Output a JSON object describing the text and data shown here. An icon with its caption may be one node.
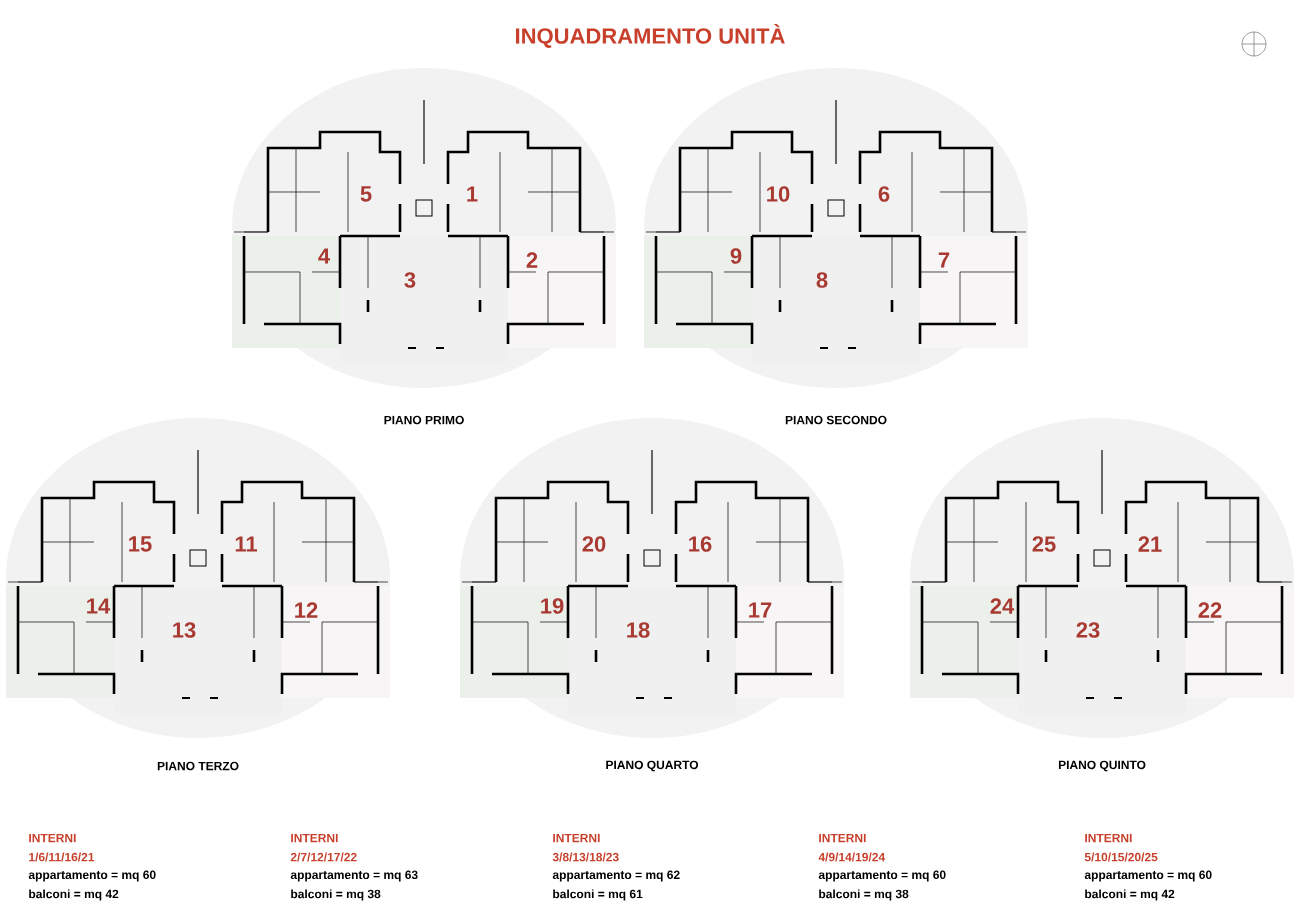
{
  "diagram": {
    "title": "INQUADRAMENTO UNITÀ",
    "labels": [
      "5",
      "1",
      "4",
      "3",
      "2",
      "PIANO PRIMO",
      "10",
      "6",
      "9",
      "8",
      "7",
      "PIANO SECONDO",
      "15",
      "11",
      "14",
      "13",
      "12",
      "PIANO TERZO",
      "20",
      "16",
      "19",
      "18",
      "17",
      "PIANO QUARTO",
      "25",
      "21",
      "24",
      "23",
      "22",
      "PIANO QUINTO",
      "INTERNI",
      "1/6/11/16/21",
      "appartamento = mq 60",
      "balconi = mq 42",
      "INTERNI",
      "2/7/12/17/22",
      "appartamento = mq 63",
      "balconi = mq 38",
      "INTERNI",
      "3/8/13/18/23",
      "appartamento = mq 62",
      "balconi = mq 61",
      "INTERNI",
      "4/9/14/19/24",
      "appartamento = mq 60",
      "balconi = mq 38",
      "INTERNI",
      "5/10/15/20/25",
      "appartamento = mq 60",
      "balconi = mq 42"
    ]
  }
}
